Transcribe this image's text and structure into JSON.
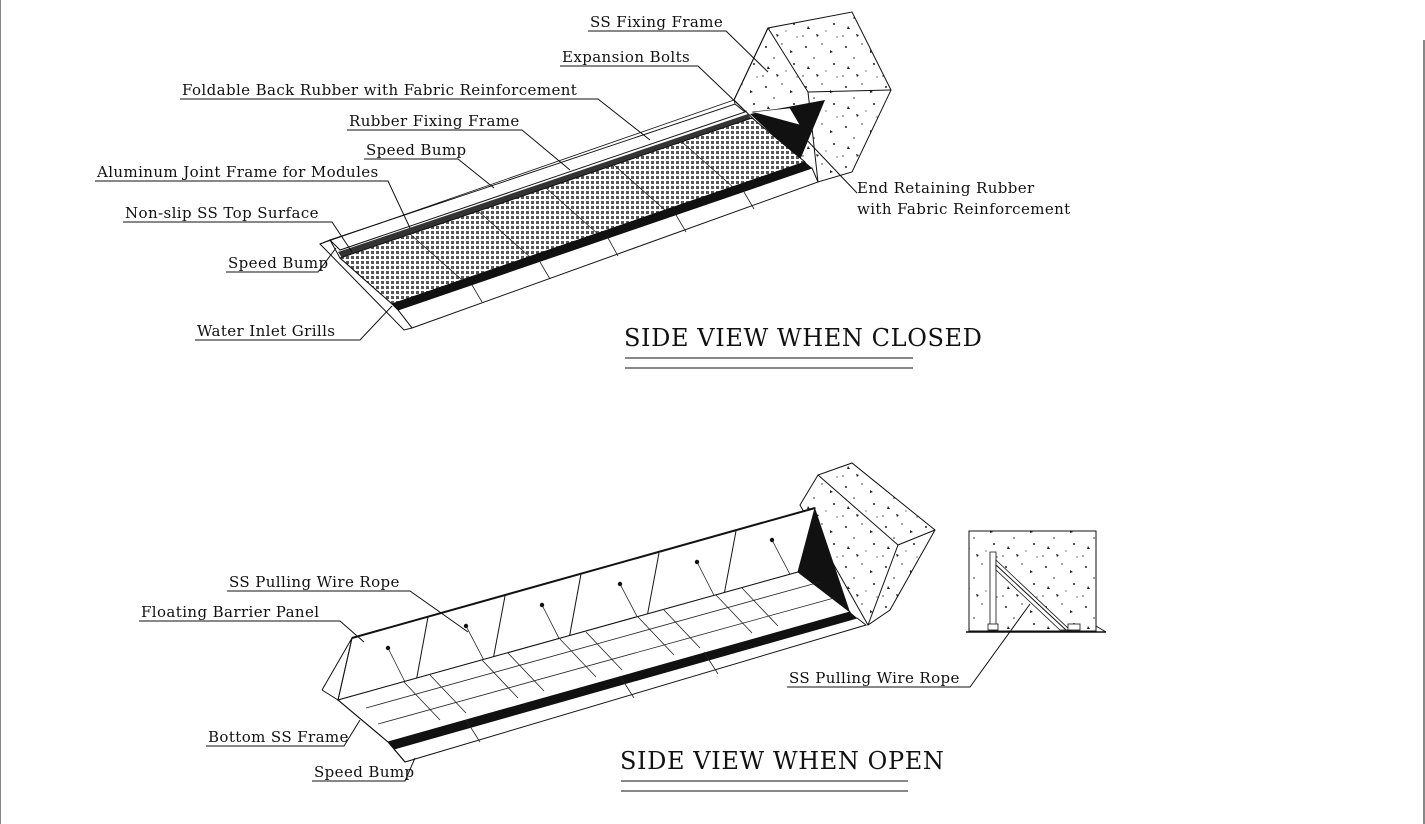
{
  "closed_view": {
    "title": "SIDE VIEW WHEN CLOSED",
    "labels": {
      "ss_fixing_frame": "SS Fixing Frame",
      "expansion_bolts": "Expansion Bolts",
      "foldable_back_rubber": "Foldable Back Rubber with Fabric Reinforcement",
      "rubber_fixing_frame": "Rubber Fixing Frame",
      "speed_bump_top": "Speed Bump",
      "aluminum_joint_frame": "Aluminum Joint Frame for Modules",
      "non_slip_surface": "Non-slip SS Top Surface",
      "speed_bump_left": "Speed Bump",
      "water_inlet_grills": "Water Inlet Grills",
      "end_retaining_rubber_1": "End Retaining Rubber",
      "end_retaining_rubber_2": "with Fabric Reinforcement"
    }
  },
  "open_view": {
    "title": "SIDE VIEW WHEN OPEN",
    "labels": {
      "ss_pulling_wire_rope": "SS Pulling Wire Rope",
      "floating_barrier_panel": "Floating Barrier Panel",
      "bottom_ss_frame": "Bottom SS Frame",
      "speed_bump": "Speed Bump",
      "ss_pulling_wire_rope_detail": "SS Pulling Wire Rope"
    }
  }
}
